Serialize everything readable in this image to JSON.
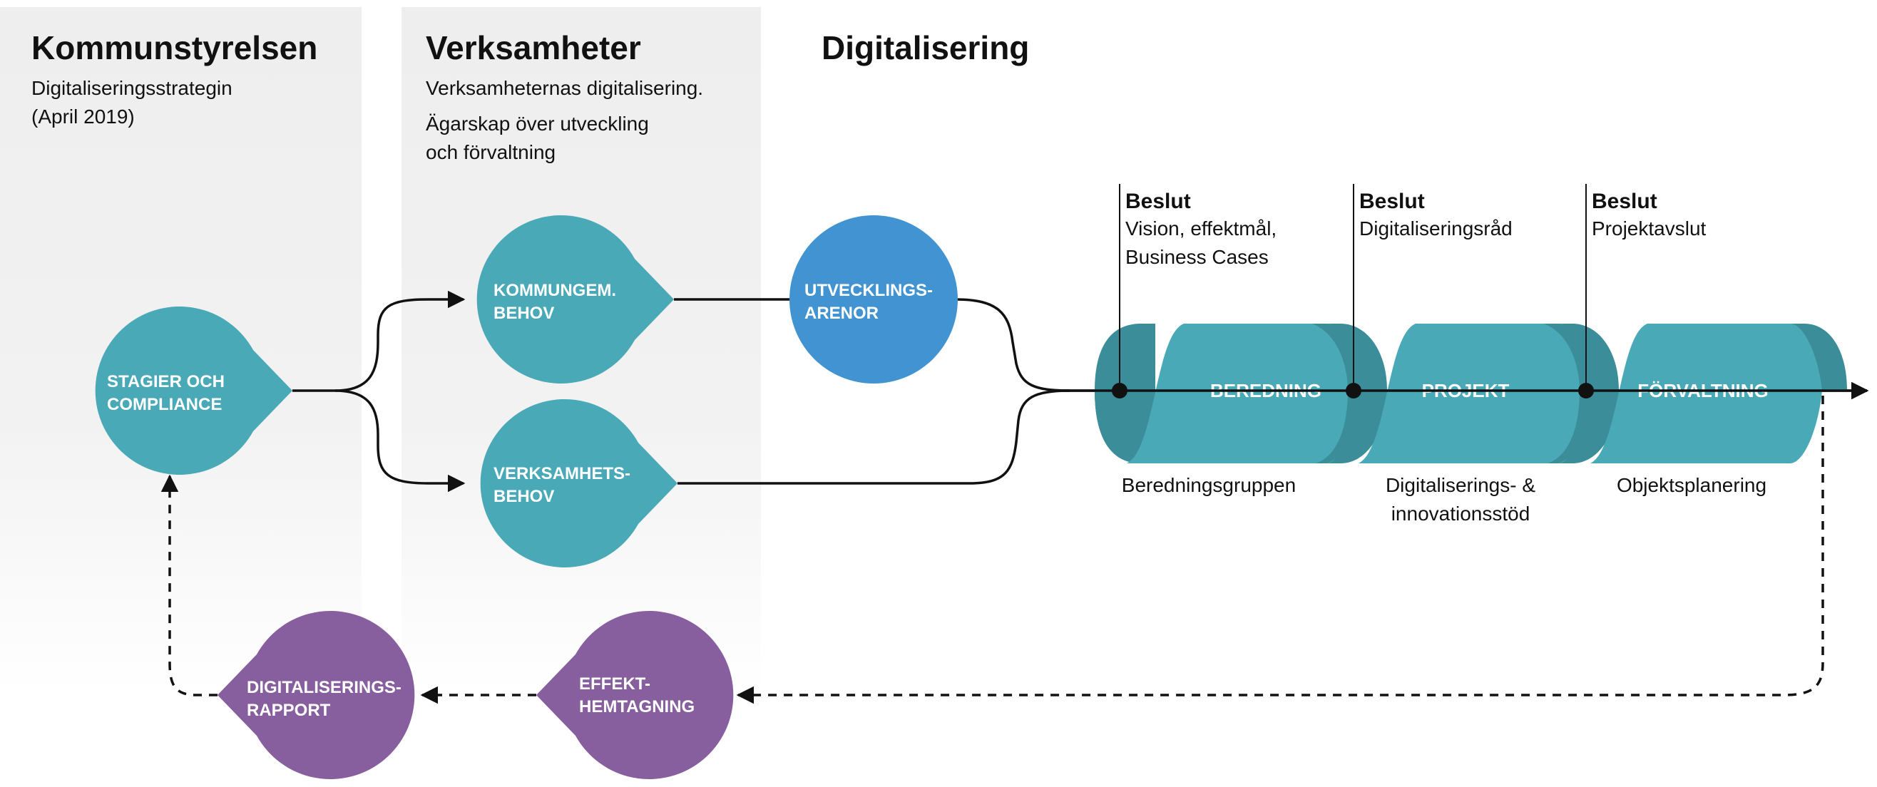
{
  "columns": {
    "kommunstyrelsen": {
      "title": "Kommunstyrelsen",
      "lines": [
        "Digitaliseringsstrategin",
        "(April 2019)"
      ]
    },
    "verksamheter": {
      "title": "Verksamheter",
      "line1": "Verksamheternas digitalisering.",
      "lines2": [
        "Ägarskap över utveckling",
        "och förvaltning"
      ]
    },
    "digitalisering": {
      "title": "Digitalisering"
    }
  },
  "nodes": {
    "strategier": [
      "STAGIER OCH",
      "COMPLIANCE"
    ],
    "kommungem": [
      "KOMMUNGEM.",
      "BEHOV"
    ],
    "verksamhets": [
      "VERKSAMHETS-",
      "BEHOV"
    ],
    "utvecklings": [
      "UTVECKLINGS-",
      "ARENOR"
    ],
    "effekt": [
      "EFFEKT-",
      "HEMTAGNING"
    ],
    "rapport": [
      "DIGITALISERINGS-",
      "RAPPORT"
    ]
  },
  "phases": [
    {
      "label": "BEREDNING",
      "decision_title": "Beslut",
      "decision_lines": [
        "Vision, effektmål,",
        "Business Cases"
      ],
      "below": [
        "Beredningsgruppen"
      ]
    },
    {
      "label": "PROJEKT",
      "decision_title": "Beslut",
      "decision_lines": [
        "Digitaliseringsråd"
      ],
      "below": [
        "Digitaliserings- &",
        "innovationsstöd"
      ]
    },
    {
      "label": "FÖRVALTNING",
      "decision_title": "Beslut",
      "decision_lines": [
        "Projektavslut"
      ],
      "below": [
        "Objektsplanering"
      ]
    }
  ],
  "colors": {
    "teal": "#4aa9b7",
    "teal_dark": "#3a8d99",
    "blue": "#4293d1",
    "purple": "#875f9f",
    "column_bg": "#eeeeee"
  }
}
